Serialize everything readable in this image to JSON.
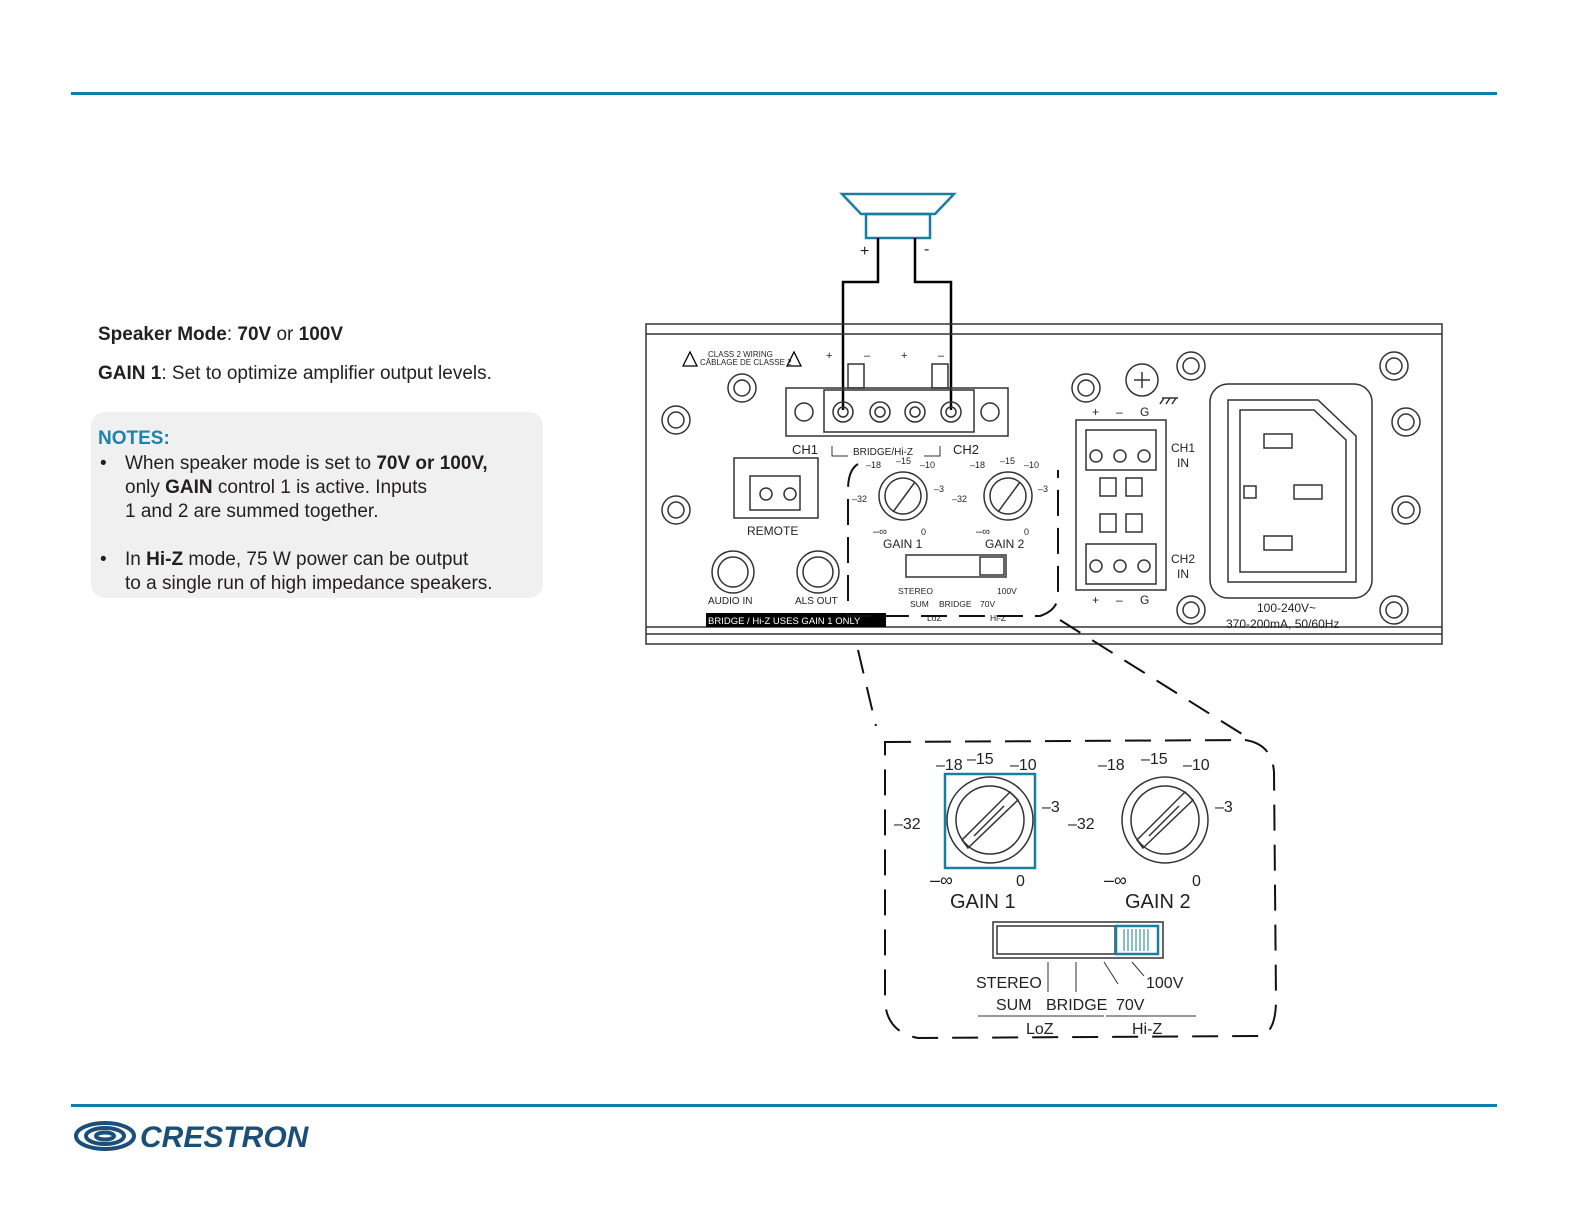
{
  "header": {
    "rule_color": "#0f80a3"
  },
  "settings": {
    "mode_label": "Speaker Mode",
    "mode_sep": ": ",
    "mode_v1": "70V",
    "mode_or": " or ",
    "mode_v2": "100V",
    "gain_label": "GAIN 1",
    "gain_text": ": Set to optimize amplifier output levels."
  },
  "notes": {
    "title": "NOTES:",
    "bullet": "•",
    "n1_a": "When speaker mode is set to ",
    "n1_b": "70V or 100V,",
    "n1_c": "only ",
    "n1_d": "GAIN",
    "n1_e": " control 1 is active. Inputs",
    "n1_f": "1 and 2 are summed together.",
    "n2_a": "In ",
    "n2_b": "Hi-Z",
    "n2_c": " mode, 75 W power can be output",
    "n2_d": "to a single run of high impedance speakers."
  },
  "diagram": {
    "speaker_plus": "+",
    "speaker_minus": "-",
    "class2_line1": "CLASS 2 WIRING",
    "class2_line2": "CÂBLAGE DE CLASSE 2",
    "term_plus": "+",
    "term_minus": "–",
    "ch1": "CH1",
    "ch2": "CH2",
    "bridge_hiz": "BRIDGE/Hi-Z",
    "remote": "REMOTE",
    "audio_in": "AUDIO IN",
    "als_out": "ALS OUT",
    "bridge_note": "BRIDGE / Hi-Z USES GAIN 1 ONLY",
    "tick_m18": "–18",
    "tick_m15": "–15",
    "tick_m10": "–10",
    "tick_m32": "–32",
    "tick_m3": "–3",
    "tick_minf": "–∞",
    "tick_0": "0",
    "gain1": "GAIN 1",
    "gain2": "GAIN 2",
    "stereo": "STEREO",
    "sum": "SUM",
    "bridge": "BRIDGE",
    "v70": "70V",
    "v100": "100V",
    "loz": "LoZ",
    "hiz": "Hi-Z",
    "input_g": "G",
    "ch1_in_a": "CH1",
    "ch1_in_b": "IN",
    "ch2_in_a": "CH2",
    "ch2_in_b": "IN",
    "power_line1": "100-240V~",
    "power_line2": "370-200mA, 50/60Hz",
    "highlight_color": "#1a7e9e"
  },
  "footer": {
    "brand": "CRESTRON",
    "brand_color": "#1a4f7a"
  }
}
